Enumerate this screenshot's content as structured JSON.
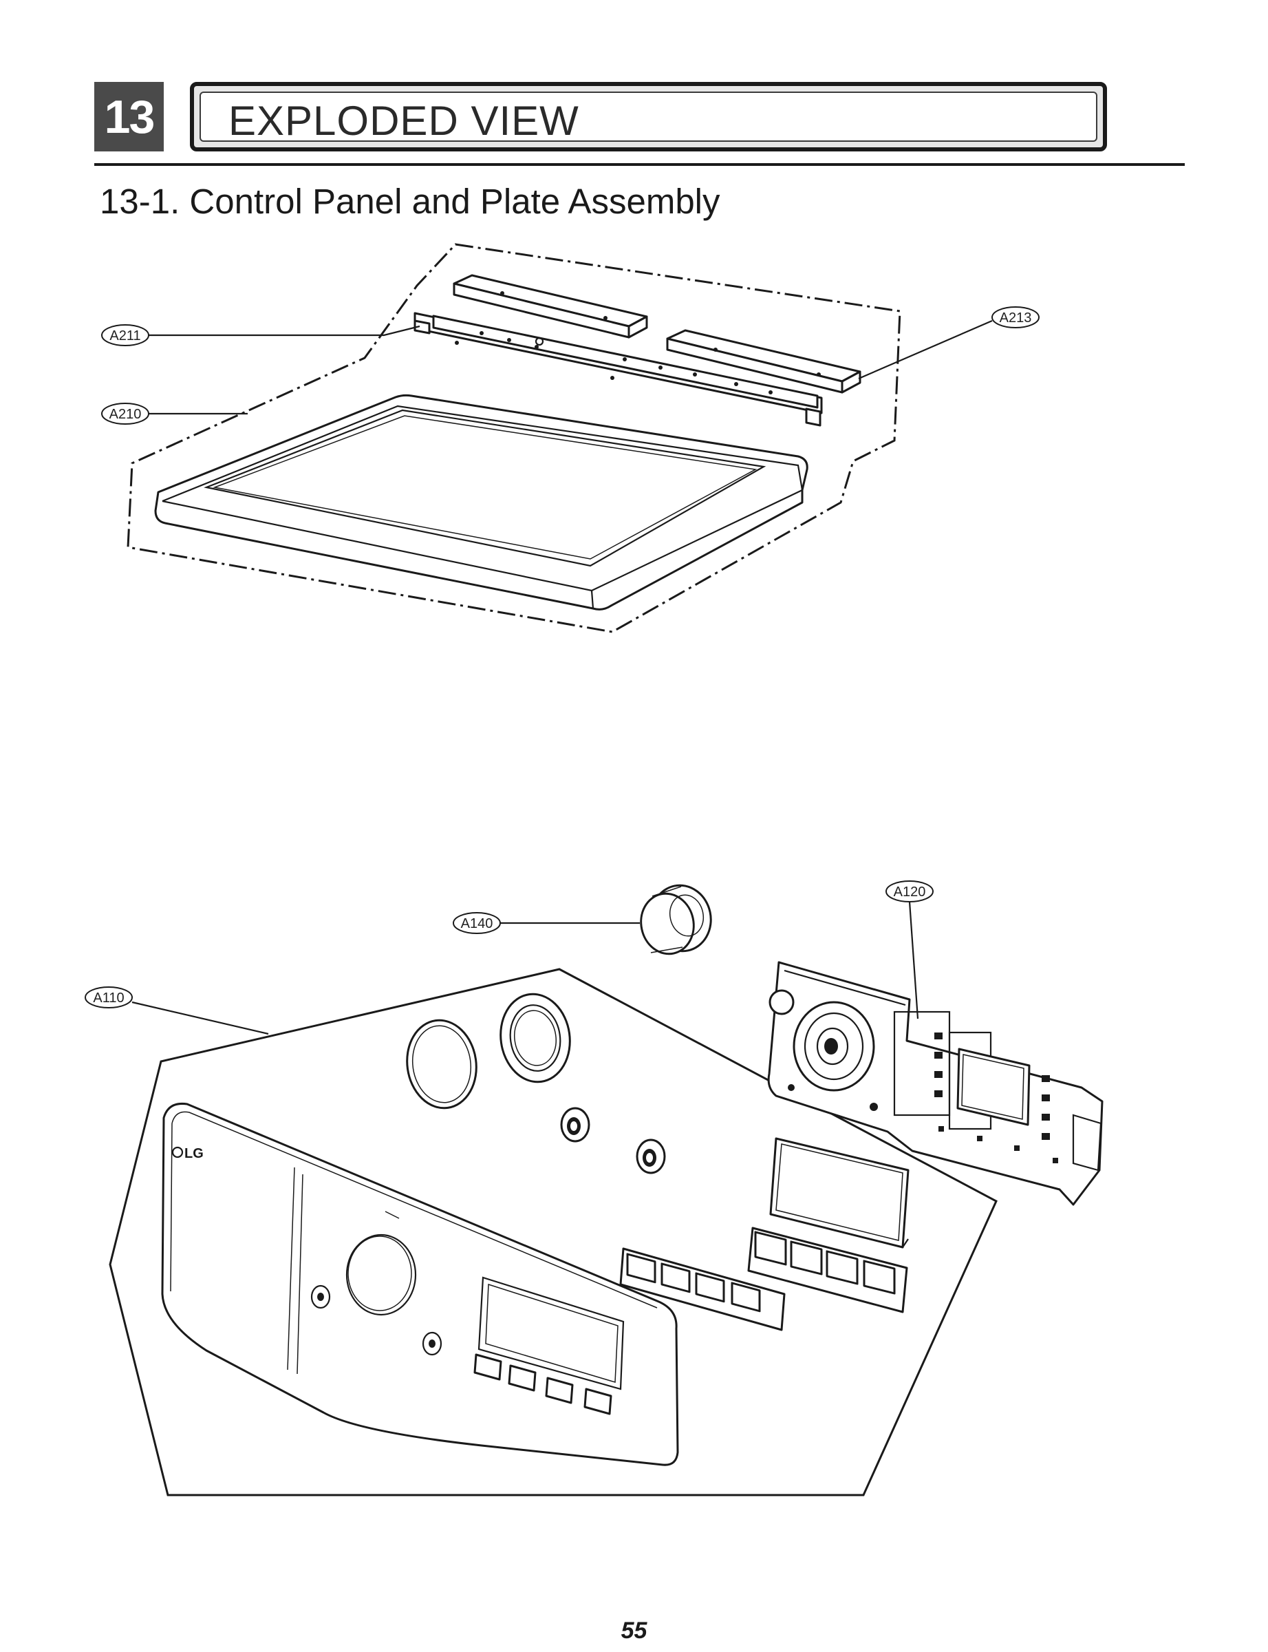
{
  "header": {
    "chapter_number": "13",
    "chapter_title": "EXPLODED VIEW",
    "section_title": "13-1. Control Panel and Plate Assembly"
  },
  "callouts": {
    "a211": "A211",
    "a210": "A210",
    "a213": "A213",
    "a140": "A140",
    "a120": "A120",
    "a110": "A110"
  },
  "panel_logo": "LG",
  "footer": {
    "page_number": "55"
  }
}
